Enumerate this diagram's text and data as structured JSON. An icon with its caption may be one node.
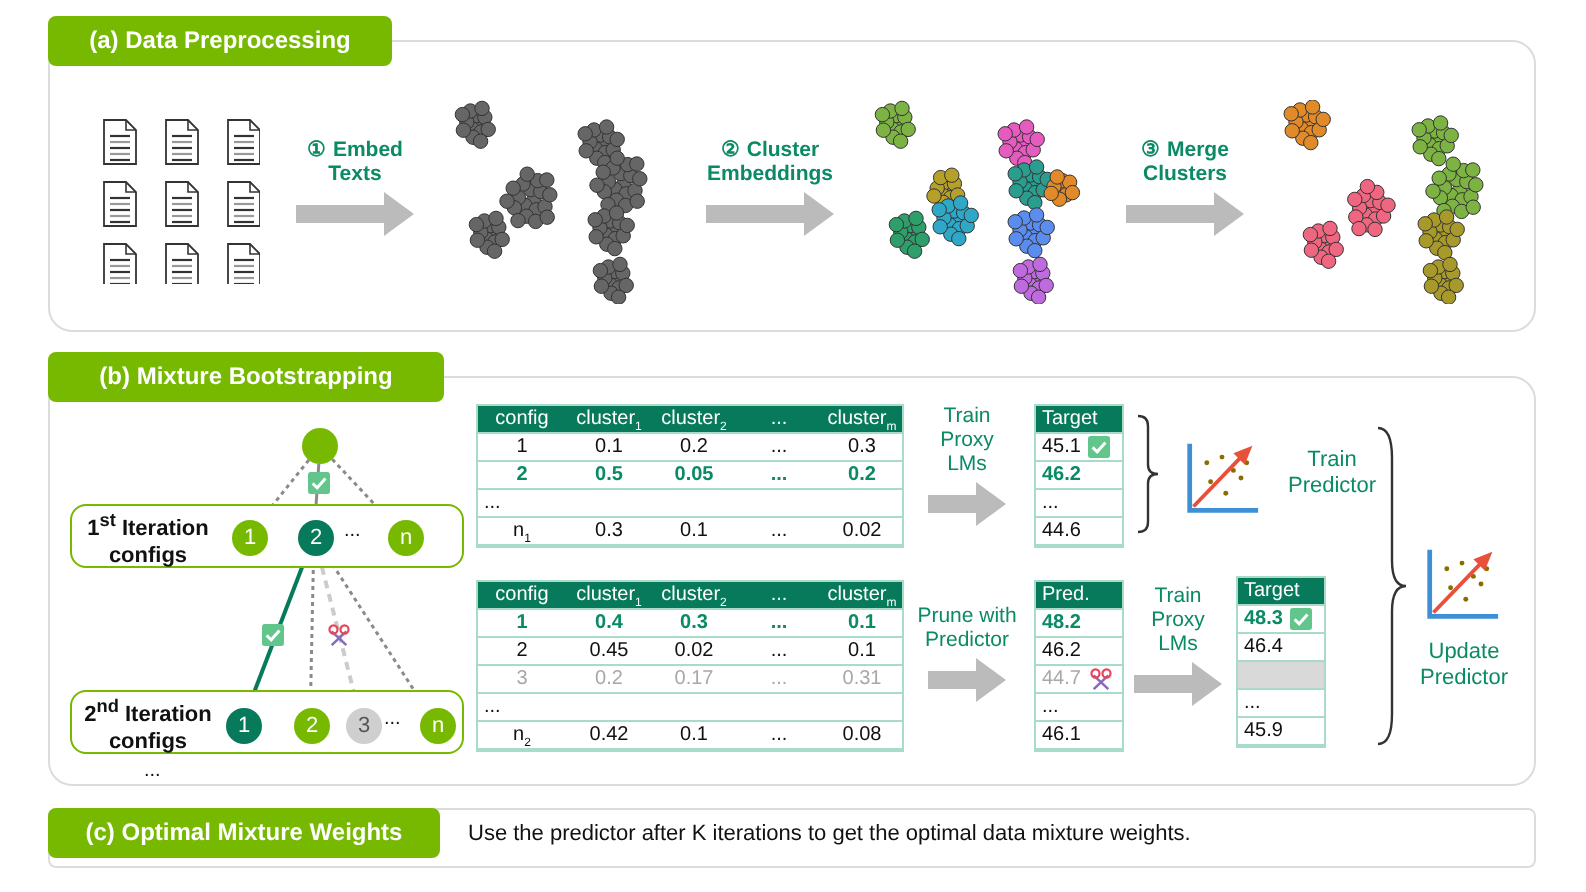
{
  "diagram": {
    "nodes": [
      {
        "text": [
          "(a) Data Preprocessing"
        ]
      },
      {
        "text": [],
        "shape": "picture",
        "in": 0
      },
      {
        "text": [],
        "shape": "picture",
        "in": 0
      },
      {
        "text": [],
        "shape": "picture",
        "in": 0
      },
      {
        "text": [],
        "shape": "picture",
        "in": 0
      },
      {
        "text": [
          "(b) Mixture Bootstrapping"
        ]
      },
      {
        "text": [
          "1$^{st}$ Iteration configs"
        ],
        "in": 5
      },
      {
        "text": [],
        "shape": "circle",
        "in": 5
      },
      {
        "text": [
          "1"
        ],
        "in": 6
      },
      {
        "text": [
          "2"
        ],
        "in": 6
      },
      {
        "text": [
          "n"
        ],
        "in": 6
      },
      {
        "text": [
          "2$^{nd}$ Iteration configs"
        ],
        "in": 5
      },
      {
        "text": [
          "1"
        ],
        "in": 11
      },
      {
        "text": [
          "2"
        ],
        "in": 11
      },
      {
        "text": [
          "3"
        ],
        "in": 11
      },
      {
        "text": [
          "n"
        ],
        "in": 11
      },
      {
        "text": [
          "config",
          "cluster$_{1}$",
          "cluster$_{2}$",
          "...",
          "cluster$_{m}$",
          "1",
          "0.1",
          "0.2",
          "...",
          "0.3",
          "2",
          "0.5",
          "0.05",
          "...",
          "0.2",
          "...",
          "n$_{1}$",
          "0.3",
          "0.1",
          "...",
          "0.02"
        ],
        "in": 5
      },
      {
        "text": [
          "Target",
          "45.1",
          "46.2",
          "...",
          "44.6"
        ],
        "in": 5
      },
      {
        "text": [],
        "shape": "picture",
        "in": 5,
        "beside": [
          "Train Predictor"
        ]
      },
      {
        "text": [
          "config",
          "cluster$_{1}$",
          "cluster$_{2}$",
          "...",
          "cluster$_{m}$",
          "1",
          "0.4",
          "0.3",
          "...",
          "0.1",
          "2",
          "0.45",
          "0.02",
          "...",
          "0.1",
          "3",
          "0.2",
          "0.17",
          "...",
          "0.31",
          "...",
          "n$_{2}$",
          "0.42",
          "0.1",
          "...",
          "0.08"
        ],
        "in": 5
      },
      {
        "text": [
          "Pred.",
          "48.2",
          "46.2",
          "44.7",
          "...",
          "46.1"
        ],
        "in": 5
      },
      {
        "text": [
          "Target",
          "48.3",
          "46.4",
          "...",
          "45.9"
        ],
        "in": 5
      },
      {
        "text": [],
        "shape": "picture",
        "in": 5,
        "beside": [
          "Update Predictor"
        ]
      },
      {
        "text": [
          "(c) Optimal Mixture Weights",
          "Use the predictor after K iterations to get the optimal data mixture weights."
        ]
      }
    ],
    "edges": [
      {
        "from": 1,
        "to": 2,
        "arrow": "to",
        "label": "① Embed Texts",
        "style": "thick"
      },
      {
        "from": 2,
        "to": 3,
        "arrow": "to",
        "label": "② Cluster Embeddings",
        "style": "thick"
      },
      {
        "from": 3,
        "to": 4,
        "arrow": "to",
        "label": "③ Merge Clusters",
        "style": "thick"
      },
      {
        "from": 7,
        "to": 8,
        "arrow": "none",
        "style": "dashed"
      },
      {
        "from": 7,
        "to": 9,
        "arrow": "none"
      },
      {
        "from": 7,
        "to": 10,
        "arrow": "none",
        "style": "dashed"
      },
      {
        "from": 9,
        "to": 12,
        "arrow": "none",
        "color": "#087a5c"
      },
      {
        "from": 9,
        "to": 13,
        "arrow": "none",
        "style": "dashed"
      },
      {
        "from": 9,
        "to": 14,
        "arrow": "none",
        "style": "dashed",
        "color": "#cccccc"
      },
      {
        "from": 9,
        "to": 15,
        "arrow": "none",
        "style": "dashed"
      },
      {
        "from": 16,
        "to": 17,
        "arrow": "to",
        "label": "Train Proxy LMs",
        "style": "thick"
      },
      {
        "from": 19,
        "to": 20,
        "arrow": "to",
        "label": "Prune with Predictor",
        "style": "thick"
      },
      {
        "from": 20,
        "to": 21,
        "arrow": "to",
        "label": "Train Proxy LMs",
        "style": "thick"
      }
    ],
    "labels": [
      "...",
      "...",
      "..."
    ]
  }
}
